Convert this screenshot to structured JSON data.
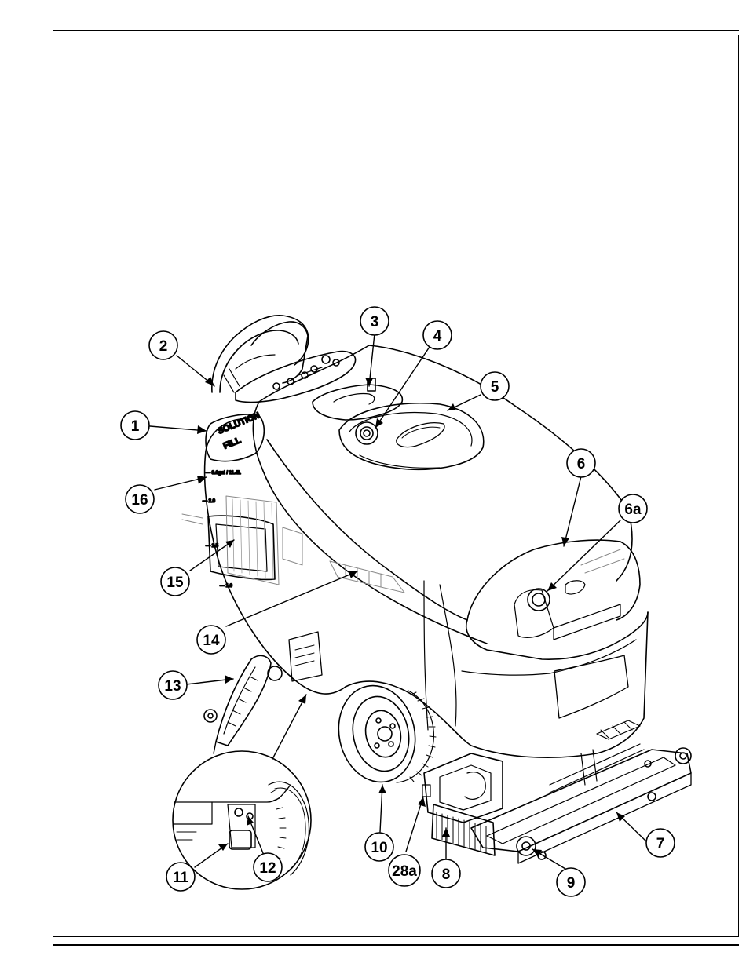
{
  "figure": {
    "decal_line1": "SOLUTION",
    "decal_line2": "FILL",
    "level_marks": [
      "— 3.0gal / 11.4L",
      "— 2.0",
      "— 1.5",
      "— 1.0"
    ],
    "callouts": [
      {
        "id": "c1",
        "label": "1"
      },
      {
        "id": "c2",
        "label": "2"
      },
      {
        "id": "c3",
        "label": "3"
      },
      {
        "id": "c4",
        "label": "4"
      },
      {
        "id": "c5",
        "label": "5"
      },
      {
        "id": "c6",
        "label": "6"
      },
      {
        "id": "c6a",
        "label": "6a"
      },
      {
        "id": "c7",
        "label": "7"
      },
      {
        "id": "c8",
        "label": "8"
      },
      {
        "id": "c9",
        "label": "9"
      },
      {
        "id": "c10",
        "label": "10"
      },
      {
        "id": "c11",
        "label": "11"
      },
      {
        "id": "c12",
        "label": "12"
      },
      {
        "id": "c13",
        "label": "13"
      },
      {
        "id": "c14",
        "label": "14"
      },
      {
        "id": "c15",
        "label": "15"
      },
      {
        "id": "c16",
        "label": "16"
      },
      {
        "id": "c28a",
        "label": "28a"
      }
    ]
  }
}
